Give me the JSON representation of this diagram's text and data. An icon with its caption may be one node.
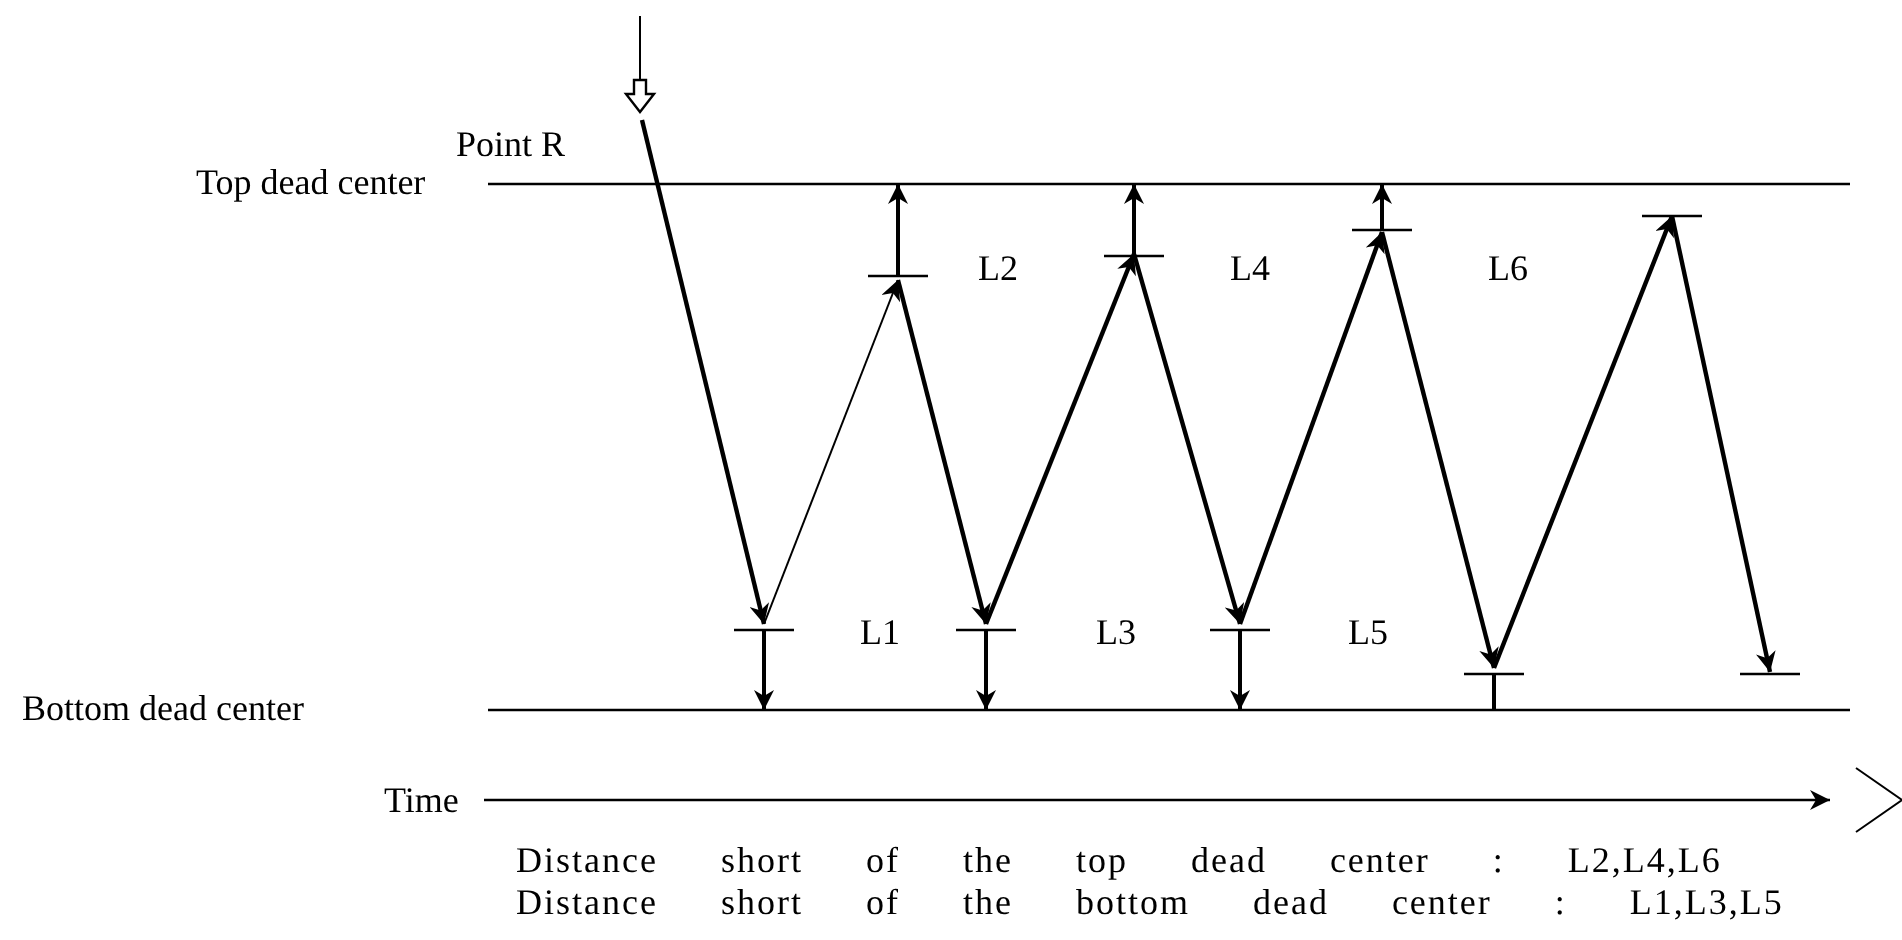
{
  "diagram": {
    "labels": [
      "Point R",
      "Top dead center",
      "L2",
      "L4",
      "L6",
      "L1",
      "L3",
      "L5",
      "Bottom dead center",
      "Time",
      "Distance short of the top dead center : L2,L4,L6",
      "Distance short of the bottom dead center : L1,L3,L5"
    ]
  }
}
